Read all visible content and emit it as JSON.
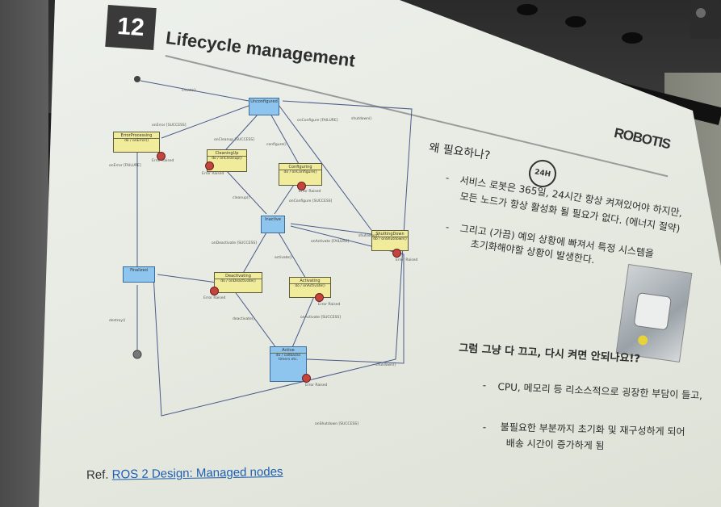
{
  "slide": {
    "number": "12",
    "title": "Lifecycle management",
    "logo": "ROBOTIS",
    "ref_prefix": "Ref.",
    "ref_link": "ROS 2 Design: Managed nodes",
    "badge": "24H"
  },
  "diagram": {
    "states": [
      {
        "name": "Unconfigured",
        "type": "primary"
      },
      {
        "name": "Inactive",
        "type": "primary"
      },
      {
        "name": "Active",
        "type": "primary",
        "sub": "do / callbacks timers etc."
      },
      {
        "name": "Finalized",
        "type": "primary"
      },
      {
        "name": "ErrorProcessing",
        "type": "transition",
        "sub": "do / onError()"
      },
      {
        "name": "CleaningUp",
        "type": "transition",
        "sub": "do / onCleanup()"
      },
      {
        "name": "Configuring",
        "type": "transition",
        "sub": "do / onConfigure()"
      },
      {
        "name": "ShuttingDown",
        "type": "transition",
        "sub": "do / onShutdown()"
      },
      {
        "name": "Deactivating",
        "type": "transition",
        "sub": "do / onDeactivate()"
      },
      {
        "name": "Activating",
        "type": "transition",
        "sub": "do / onActivate()"
      }
    ],
    "labels": {
      "create": "create()",
      "on_error_success": "onError [SUCCESS]",
      "on_error_failure": "onError [FAILURE]",
      "on_cleanup_success": "onCleanup [SUCCESS]",
      "configure": "configure()",
      "on_configure_failure": "onConfigure [FAILURE]",
      "shutdown": "shutdown()",
      "cleanup": "cleanup()",
      "on_configure_success": "onConfigure [SUCCESS]",
      "on_deactivate_success": "onDeactivate [SUCCESS]",
      "on_activate_failure": "onActivate [FAILURE]",
      "activate": "activate()",
      "deactivate": "deactivate()",
      "on_activate_success": "onActivate [SUCCESS]",
      "destroy": "destroy()",
      "on_shutdown_success": "onShutdown [SUCCESS]",
      "error_raised": "Error Raised"
    }
  },
  "content": {
    "q1": "왜 필요하나?",
    "b1_line1": "서비스 로봇은 365일, 24시간 항상 켜져있어야 하지만,",
    "b1_line2": "모든 노드가 항상 활성화 될 필요가 없다. (에너지 절약)",
    "b2_line1": "그리고 (가끔) 예외 상황에 빠져서 특정 시스템을",
    "b2_line2": "초기화해야할 상황이 발생한다.",
    "q2": "그럼 그냥 다 끄고, 다시 켜면 안되나요!?",
    "b3": "CPU, 메모리 등 리소스적으로 굉장한 부담이 들고,",
    "b4_line1": "불필요한 부분까지 초기화 및 재구성하게 되어",
    "b4_line2": "배송 시간이 증가하게 됨",
    "bullet": "-"
  },
  "colors": {
    "primary_state": "#8ec5ee",
    "transition_state": "#f1ec9c",
    "error_dot": "#c4443e",
    "link": "#1f5fb0"
  }
}
